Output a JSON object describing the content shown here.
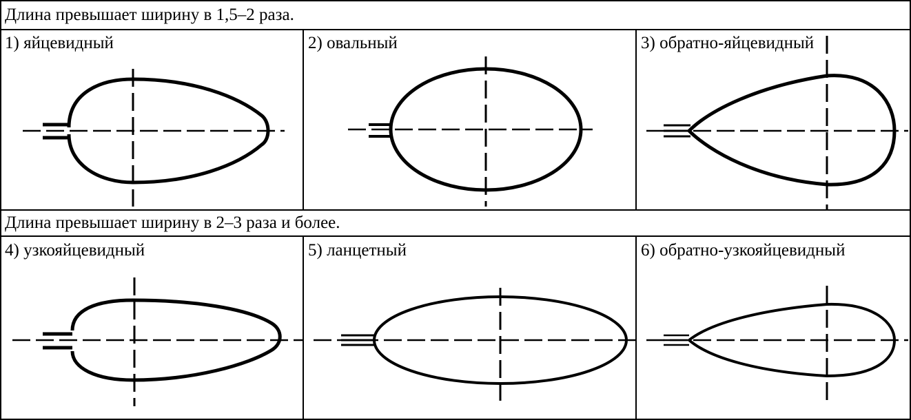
{
  "rows": [
    {
      "header": "Длина превышает ширину в 1,5–2 раза.",
      "cells": [
        {
          "label": "1) яйцевидный",
          "shape": "egg"
        },
        {
          "label": "2) овальный",
          "shape": "oval"
        },
        {
          "label": "3) обратно-яйцевидный",
          "shape": "obovate"
        }
      ]
    },
    {
      "header": "Длина превышает ширину в 2–3 раза и более.",
      "cells": [
        {
          "label": "4) узкояйцевидный",
          "shape": "narrow-egg"
        },
        {
          "label": "5) ланцетный",
          "shape": "lanceolate"
        },
        {
          "label": "6) обратно-узкояйцевидный",
          "shape": "narrow-obovate"
        }
      ]
    }
  ],
  "colors": {
    "line": "#000000",
    "background": "#ffffff"
  }
}
